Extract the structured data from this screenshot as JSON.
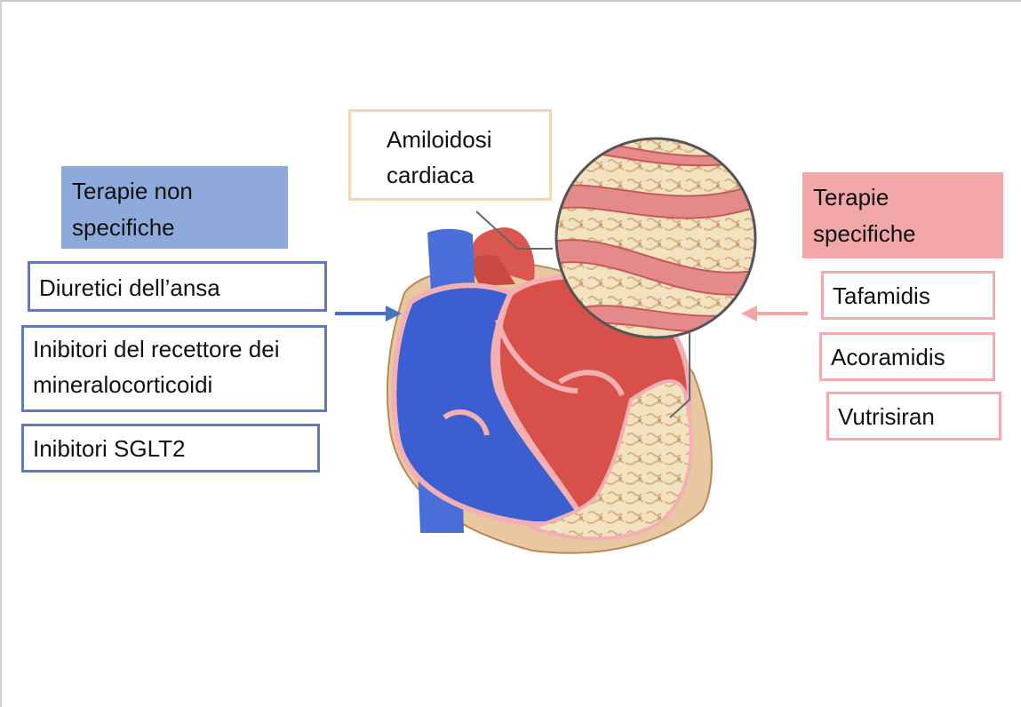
{
  "left_panel": {
    "header": "Terapie non specifiche",
    "items": [
      "Diuretici dell’ansa",
      "Inibitori del recettore dei mineralocorticoidi",
      "Inibitori SGLT2"
    ]
  },
  "right_panel": {
    "header": "Terapie specifiche",
    "items": [
      "Tafamidis",
      "Acoramidis",
      "Vutrisiran"
    ]
  },
  "callout": {
    "label": "Amiloidosi cardiaca"
  },
  "colors": {
    "left_header_bg": "#8eaadb",
    "left_border": "#6479b9",
    "left_arrow": "#4472c4",
    "right_header_bg": "#f1a7a7",
    "right_border": "#f0aab0",
    "right_arrow": "#f2a6a6",
    "callout_border": "#f2d7b4"
  }
}
